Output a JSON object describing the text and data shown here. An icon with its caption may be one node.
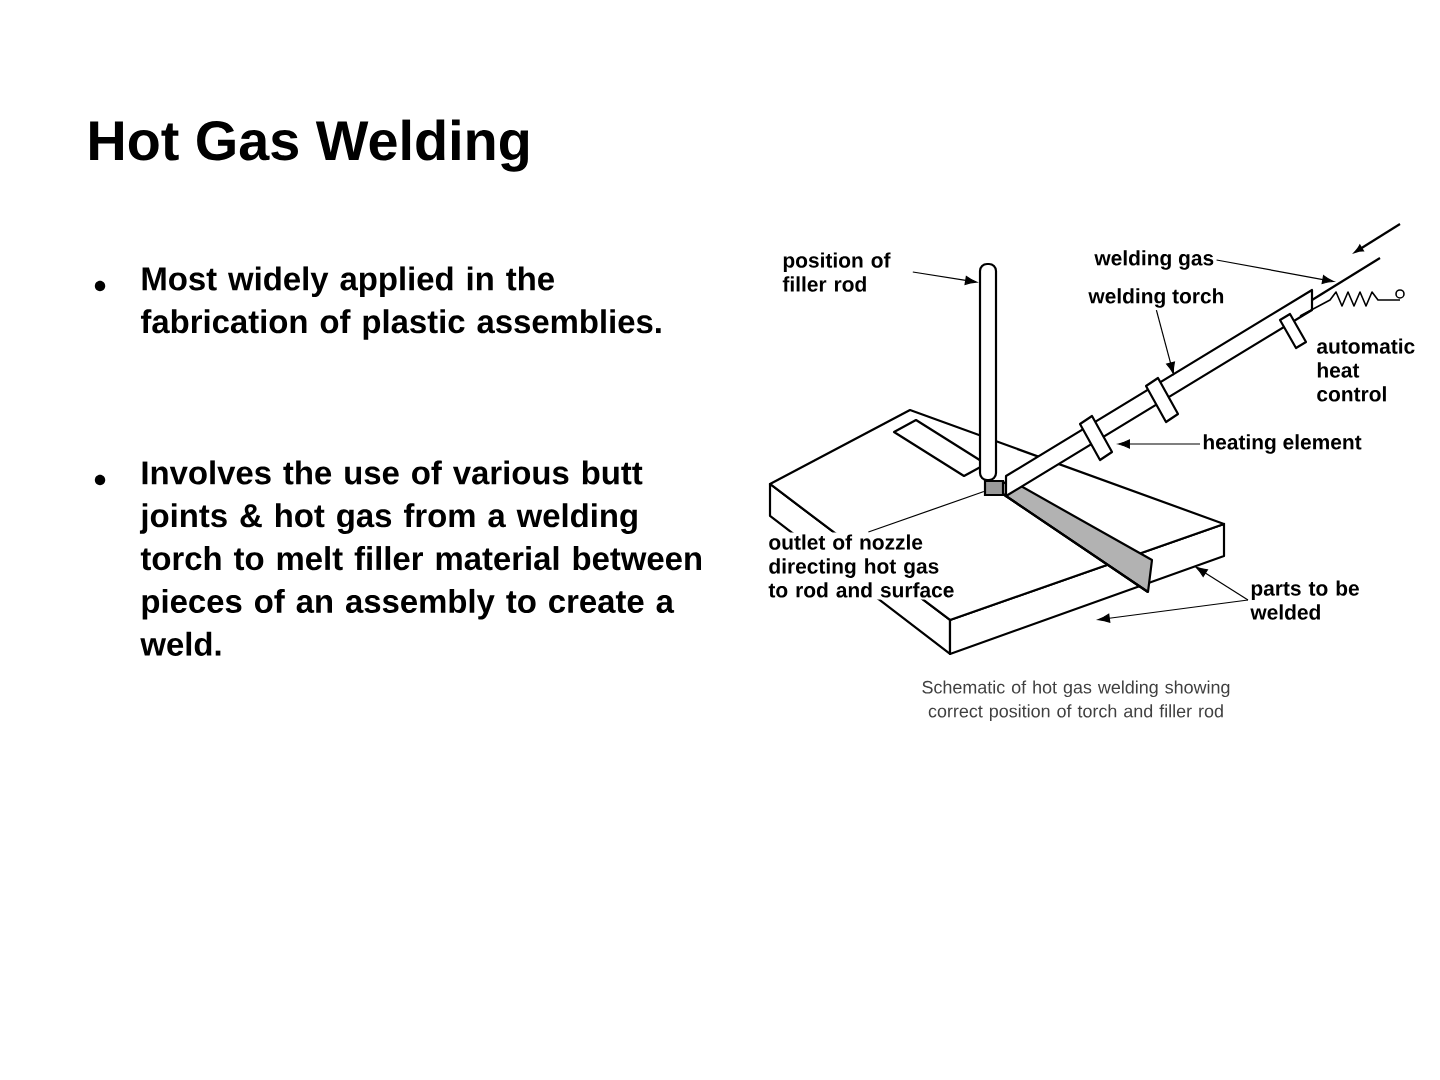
{
  "diagram": {
    "title": "Hot Gas Welding",
    "caption": "Schematic of hot gas welding showing correct position of torch and filler rod",
    "nodes": [
      {
        "text": [
          "position of filler rod"
        ]
      },
      {
        "text": [
          "welding gas"
        ]
      },
      {
        "text": [
          "welding torch"
        ]
      },
      {
        "text": [
          "automatic heat control"
        ]
      },
      {
        "text": [
          "heating element"
        ]
      },
      {
        "text": [
          "outlet of nozzle directing hot gas to rod and surface"
        ]
      },
      {
        "text": [
          "parts to be welded"
        ]
      },
      {
        "text": [],
        "shape": "bar"
      },
      {
        "text": [],
        "shape": "box"
      }
    ],
    "edges": [
      {
        "from": 0,
        "to": 7,
        "arrow": "to"
      },
      {
        "from": 1,
        "to": null,
        "arrow": "to"
      },
      {
        "from": 2,
        "to": null,
        "arrow": "to"
      },
      {
        "from": 4,
        "to": null,
        "arrow": "to"
      },
      {
        "from": 5,
        "to": 8,
        "arrow": "none"
      },
      {
        "from": 6,
        "to": null,
        "arrow": "to"
      },
      {
        "from": 6,
        "to": null,
        "arrow": "to"
      }
    ],
    "labels": [
      "Most widely applied in the fabrication of plastic assemblies.",
      "Involves the use of various butt joints & hot gas from a welding torch to melt filler material between pieces of an assembly to create a weld."
    ]
  }
}
